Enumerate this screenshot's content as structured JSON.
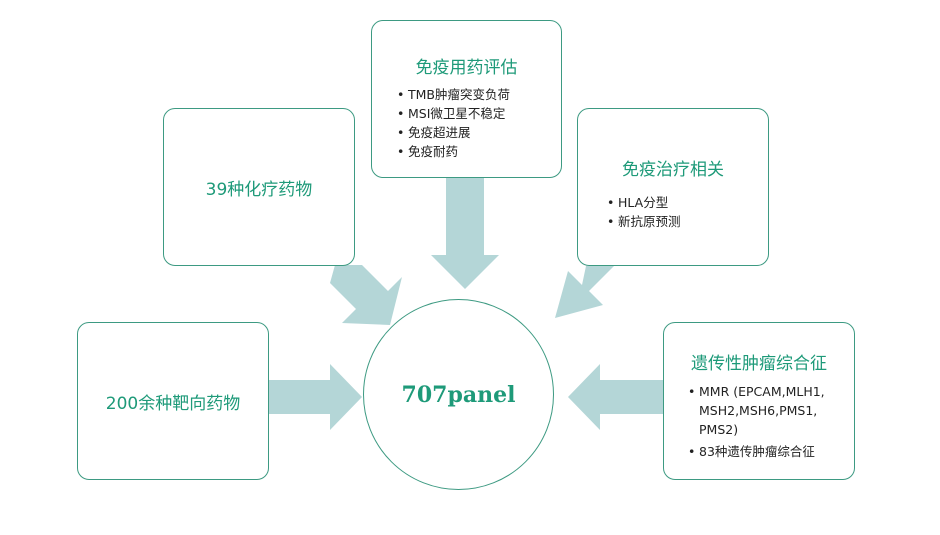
{
  "center": {
    "label": "707panel"
  },
  "boxes": {
    "immune_drug": {
      "title": "免疫用药评估",
      "items": [
        "TMB肿瘤突变负荷",
        "MSI微卫星不稳定",
        "免疫超进展",
        "免疫耐药"
      ]
    },
    "chemo": {
      "title": "39种化疗药物"
    },
    "immune_therapy": {
      "title": "免疫治疗相关",
      "items": [
        "HLA分型",
        "新抗原预测"
      ]
    },
    "targeted": {
      "title": "200余种靶向药物"
    },
    "hereditary": {
      "title": "遗传性肿瘤综合征",
      "items": [
        "MMR (EPCAM,MLH1, MSH2,MSH6,PMS1, PMS2)",
        "83种遗传肿瘤综合征"
      ]
    }
  },
  "colors": {
    "arrow_fill": "#b4d6d7",
    "border": "#3d9a82",
    "title_text": "#1e9a79",
    "body_text": "#222222"
  }
}
